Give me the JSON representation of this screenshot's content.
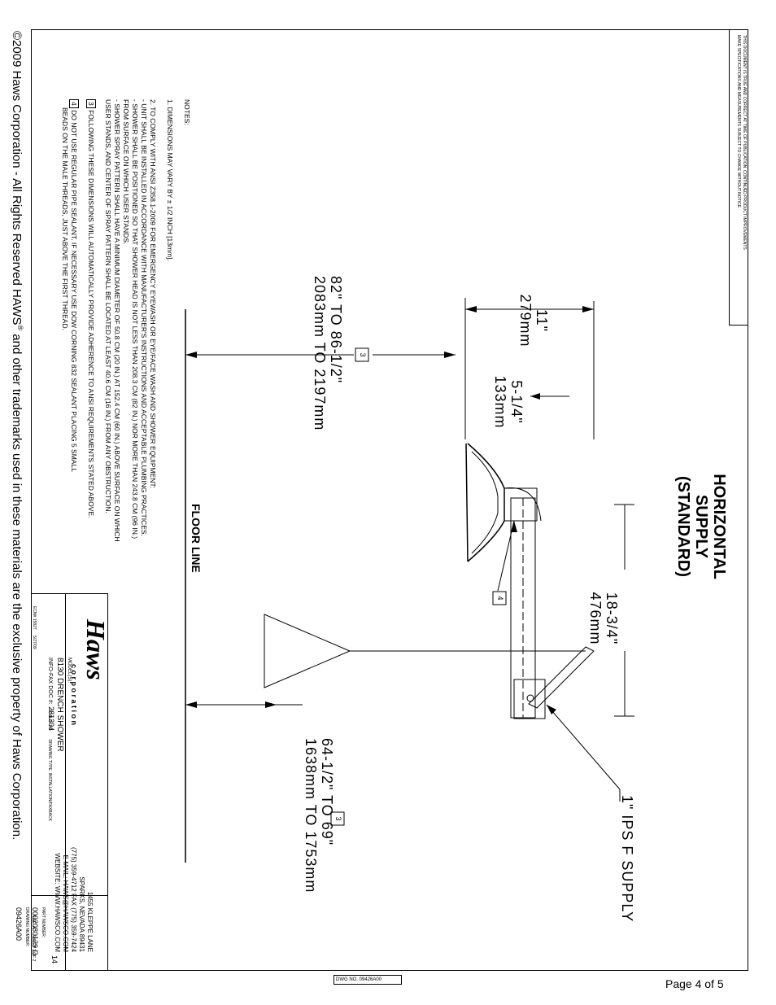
{
  "disclaimer": {
    "line1": "THIS DOCUMENT IS TRUE AND CORRECT AT TIME OF PUBLICATION. CONTINUED PRODUCT IMPROVEMENTS",
    "line2": "MAKE SPECIFICATIONS AND MEASUREMENTS SUBJECT TO CHANGE WITHOUT NOTICE."
  },
  "view_title": {
    "line1": "HORIZONTAL",
    "line2": "SUPPLY",
    "line3": "(STANDARD)"
  },
  "dimensions": {
    "d11_in": "11\"",
    "d11_mm": "279mm",
    "d5_in": "5-1/4\"",
    "d5_mm": "133mm",
    "d82_in": "82\"  TO  86-1/2\"",
    "d82_mm": "2083mm  TO  2197mm",
    "d82_ref": "3",
    "d18_in": "18-3/4\"",
    "d18_mm": "476mm",
    "d64_in": "64-1/2\"  TO  69\"",
    "d64_mm": "1638mm  TO  1753mm",
    "d64_ref": "3",
    "supply": "1\"  IPS  F  SUPPLY",
    "sealant_ref": "4"
  },
  "floor_line": "FLOOR LINE",
  "notes": {
    "header": "NOTES:",
    "n1": "1.  DIMENSIONS MAY VARY BY ± 1/2 INCH [13mm].",
    "n2a": "2.  TO COMPLY WITH ANSI Z358.1-2009 FOR EMERGENCY EYEWASH OR EYE/FACE WASH AND SHOWER EQUIPMENT:",
    "n2b": "  - UNIT SHALL BE INSTALLED IN ACCORDANCE WITH MANUFACTURER'S INSTRUCTIONS AND ACCEPTABLE PLUMBING PRACTICES.",
    "n2c": "  - SHOWER SHALL BE POSITIONED SO THAT SHOWER HEAD IS NOT LESS THAN 208.3 CM (82 IN.) NOR MORE THAN 243.8 CM (96 IN.)",
    "n2d": "    FROM SURFACE ON WHICH USER STANDS.",
    "n2e": "  - SHOWER SPRAY PATTERN SHALL HAVE A MINIMUM DIAMETER OF 50.8 CM (20 IN.) AT 152.4 CM (60 IN.) ABOVE SURFACE ON WHICH",
    "n2f": "    USER STANDS, AND CENTER OF SPRAY PATTERN SHALL BE LOCATED AT LEAST 40.6 CM (16 IN.) FROM ANY OBSTRUCTION.",
    "n3_ref": "3",
    "n3": "FOLLOWING THESE DIMENSIONS WILL AUTOMATICALLY PROVIDE ADHERENCE TO ANSI REQUIREMENTS STATED ABOVE.",
    "n4_ref": "4",
    "n4a": "DO NOT USE REGULAR PIPE SEALANT.  IF NECESSARY USE DOW CORNING 832 SEALANT PLACING 5 SMALL",
    "n4b": "BEADS ON THE MALE THREADS, JUST ABOVE THE FIRST THREAD."
  },
  "copyright": {
    "before": "©2009 Haws Corporation - All Rights Reserved    HAWS",
    "reg": "®",
    "after": " and other trademarks used in these materials are the exclusive property of Haws Corporation."
  },
  "title_block": {
    "brand": "Haws",
    "brand_sub": "c o r p o r a t i o n",
    "address1": "1455 KLEPPE LANE",
    "address2": "SPARKS, NEVADA 89431",
    "phone": "(775) 359-4712   FAX (775) 359-7424",
    "email": "E-MAIL: HAWS@HAWSCO.COM",
    "website": "WEBSITE: WWW.HAWSCO.COM",
    "model_label": "MODEL(S):",
    "model": "8130 DRENCH SHOWER",
    "info_label": "INFO-FAX DOC #:",
    "info_value": "281304",
    "scale": "SCALE:  1/2",
    "drawing_type": "DRAWING TYPE:  INSTALLATION/FAXBACK",
    "part_label": "PART NUMBER:",
    "part_number": "0002080129 D",
    "drawing_label": "DRAWING NUMBER:",
    "drawing_number": "09426A00",
    "rev": "14",
    "size": "SIZE:  A",
    "sheet": "SHEET  1  OF  2",
    "ecn": "ECN# 15827",
    "ecn_date": "5/27/09"
  },
  "dwg_tag": "DWG NO. 09426A00",
  "page": "Page 4 of 5"
}
